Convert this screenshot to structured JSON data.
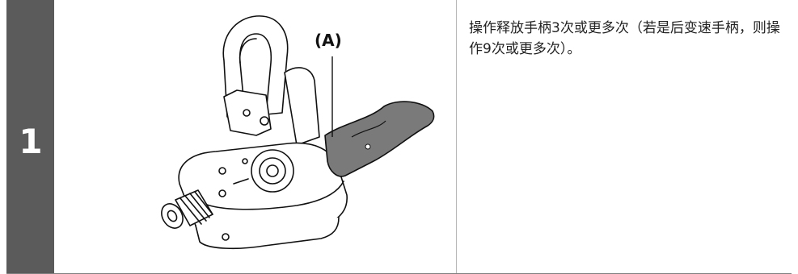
{
  "step": {
    "number": "1",
    "callout_label": "(A)",
    "instruction": "操作释放手柄3次或更多次（若是后变速手柄，则操作9次或更多次）。"
  },
  "colors": {
    "step_band": "#5b5b5b",
    "lever_highlight": "#7a7a7a",
    "line_art": "#111111",
    "divider": "#b8b8b8"
  },
  "illustration": {
    "subject": "shift-lever-drawing"
  }
}
